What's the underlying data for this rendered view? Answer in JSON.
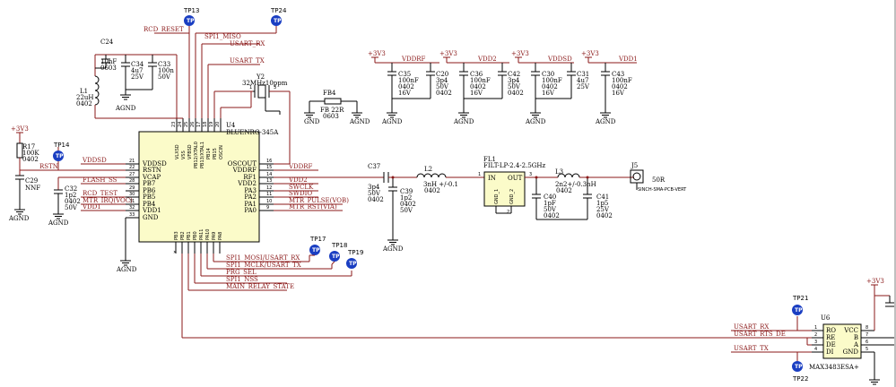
{
  "u4": {
    "ref": "U4",
    "part": "BLUENRG-345A",
    "left_pins": [
      {
        "num": "21",
        "name": "VDDSD"
      },
      {
        "num": "22",
        "name": "RSTN"
      },
      {
        "num": "27",
        "name": "VCAP"
      },
      {
        "num": "28",
        "name": "PB7"
      },
      {
        "num": "29",
        "name": "PB6"
      },
      {
        "num": "30",
        "name": "PB5"
      },
      {
        "num": "31",
        "name": "PB4"
      },
      {
        "num": "32",
        "name": "VDD1"
      },
      {
        "num": "33",
        "name": "GND"
      }
    ],
    "top_pins": [
      {
        "num": "23",
        "name": "VLXSD"
      },
      {
        "num": "24",
        "name": "VSS"
      },
      {
        "num": "25",
        "name": "VFBSD"
      },
      {
        "num": "26",
        "name": "PB12/XTAL0"
      },
      {
        "num": "17",
        "name": "PB13/XTAL1"
      },
      {
        "num": "18",
        "name": "PB14"
      },
      {
        "num": "19",
        "name": "PB15"
      },
      {
        "num": "20",
        "name": "OSCIN"
      }
    ],
    "right_pins": [
      {
        "num": "16",
        "name": "OSCOUT"
      },
      {
        "num": "15",
        "name": "VDDRF"
      },
      {
        "num": "14",
        "name": "RF1"
      },
      {
        "num": "13",
        "name": "VDD2"
      },
      {
        "num": "12",
        "name": "PA3"
      },
      {
        "num": "11",
        "name": "PA2"
      },
      {
        "num": "10",
        "name": "PA1"
      },
      {
        "num": "9",
        "name": "PA0"
      }
    ],
    "bottom_pins": [
      "PB3",
      "PB2",
      "PB1",
      "PB0",
      "PA11",
      "PA10",
      "PA9",
      "PA8"
    ]
  },
  "nets": {
    "rcd_reset": "RCD_RESET",
    "spi1_miso": "SPI1_MISO",
    "usart_rx_top": "USART_RX",
    "usart_tx_top": "USART_TX",
    "vddsd": "VDDSD",
    "rstn": "RSTN",
    "flash_ss": "FLASH_SS",
    "rcd_test": "RCD_TEST",
    "mtr_irq": "MTR_IRQ(VOC)",
    "vdd1": "VDD1",
    "vddrf": "VDDRF",
    "vdd2": "VDD2",
    "swclk": "SWCLK",
    "swdio": "SWDIO",
    "mtr_pulse": "MTR_PULSE(VOB)",
    "mtr_rst": "MTR_RST(VIA)",
    "spi1_mosi": "SPI1_MOSI/USART_RX",
    "spi1_mclk": "SPI1_MCLK/USART_TX",
    "prg_sel": "PRG_SEL",
    "spi1_nss": "SPI1_NSS",
    "main_relay": "MAIN_RELAY_STATE",
    "usart_rx_u6": "USART_RX",
    "usart_rts": "USART_RTS_DE",
    "usart_tx_u6": "USART_TX"
  },
  "power": {
    "p3v3": "+3V3",
    "agnd": "AGND",
    "gnd": "GND"
  },
  "testpoints": [
    {
      "ref": "TP13"
    },
    {
      "ref": "TP24"
    },
    {
      "ref": "TP14"
    },
    {
      "ref": "TP17"
    },
    {
      "ref": "TP18"
    },
    {
      "ref": "TP19"
    },
    {
      "ref": "TP21"
    },
    {
      "ref": "TP22"
    }
  ],
  "components": {
    "c24": {
      "ref": "C24",
      "val": "10nF",
      "pkg": "0603"
    },
    "c34": {
      "ref": "C34",
      "val": "4u7",
      "volt": "25V"
    },
    "c33": {
      "ref": "C33",
      "val": "100n",
      "volt": "50V"
    },
    "l1": {
      "ref": "L1",
      "val": "22uH",
      "pkg": "0402"
    },
    "r17": {
      "ref": "R17",
      "val": "100K",
      "pkg": "0402"
    },
    "c29": {
      "ref": "C29",
      "val": "NNF"
    },
    "c32": {
      "ref": "C32",
      "val": "1p2",
      "pkg": "0402",
      "volt": "50V"
    },
    "y2": {
      "ref": "Y2",
      "val": "32MHz10ppm",
      "p1": "1",
      "p3": "3"
    },
    "fb4": {
      "ref": "FB4",
      "val": "FB 22R",
      "pkg": "0603"
    },
    "c35": {
      "ref": "C35",
      "val": "100nF",
      "pkg": "0402",
      "volt": "16V"
    },
    "c20": {
      "ref": "C20",
      "val": "3p4",
      "volt": "50V",
      "pkg": "0402"
    },
    "c36": {
      "ref": "C36",
      "val": "100nF",
      "pkg": "0402",
      "volt": "16V"
    },
    "c42": {
      "ref": "C42",
      "val": "3p4",
      "volt": "50V",
      "pkg": "0402"
    },
    "c30": {
      "ref": "C30",
      "val": "100nF",
      "pkg": "0402",
      "volt": "16V"
    },
    "c31": {
      "ref": "C31",
      "val": "4u7",
      "volt": "25V"
    },
    "c43": {
      "ref": "C43",
      "val": "100nF",
      "pkg": "0402",
      "volt": "16V"
    },
    "c37": {
      "ref": "C37",
      "val": "3p4",
      "volt": "50V",
      "pkg": "0402"
    },
    "c39": {
      "ref": "C39",
      "val": "1p2",
      "pkg": "0402",
      "volt": "50V"
    },
    "l2": {
      "ref": "L2",
      "val": "3nH +/-0.1",
      "pkg": "0402"
    },
    "fl1": {
      "ref": "FL1",
      "val": "FILT-LP-2.4-2.5GHz",
      "in": "IN",
      "out": "OUT",
      "g1": "GND_1",
      "g2": "GND_2",
      "p1": "1",
      "p2": "2",
      "p3": "3"
    },
    "c40": {
      "ref": "C40",
      "val": "1pF",
      "volt": "50V",
      "pkg": "0402"
    },
    "l3": {
      "ref": "L3",
      "val": "2n2+/-0.3nH",
      "pkg": "0402"
    },
    "c41": {
      "ref": "C41",
      "val": "1p5",
      "volt": "25V",
      "pkg": "0402"
    },
    "j5": {
      "ref": "J5",
      "part": "SINCH-SMA-PCB-VERT",
      "r": "50R"
    },
    "u6": {
      "ref": "U6",
      "part": "MAX3483ESA+",
      "left": [
        {
          "n": "RO",
          "p": "1"
        },
        {
          "n": "RE",
          "p": "2"
        },
        {
          "n": "DE",
          "p": "3"
        },
        {
          "n": "DI",
          "p": "4"
        }
      ],
      "right": [
        {
          "n": "VCC",
          "p": "8"
        },
        {
          "n": "B",
          "p": "7"
        },
        {
          "n": "A",
          "p": "6"
        },
        {
          "n": "GND",
          "p": "5"
        }
      ]
    }
  },
  "rail_labels": {
    "vddrf": "VDDRF",
    "vdd2": "VDD2",
    "vddsd": "VDDSD",
    "vdd1": "VDD1"
  }
}
